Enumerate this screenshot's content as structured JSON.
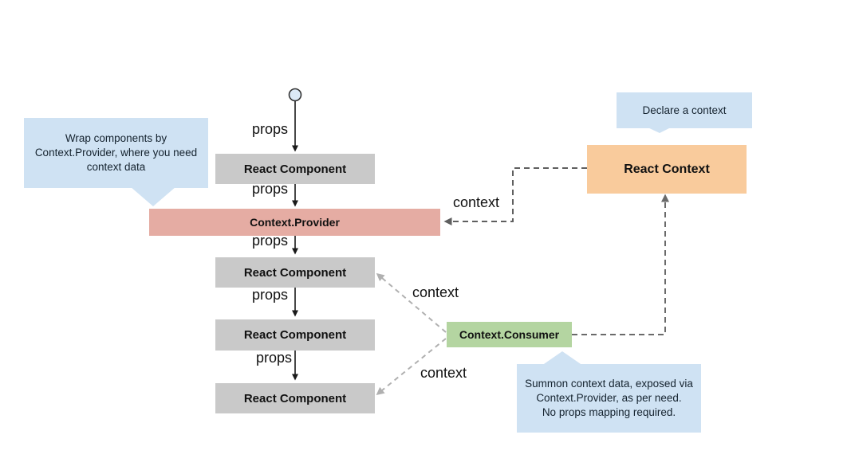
{
  "colors": {
    "component_gray": "#c9c9c9",
    "provider_pink": "#e5aca3",
    "context_orange": "#f9cb9c",
    "consumer_green": "#b4d5a1",
    "callout_blue": "#cfe2f3",
    "arrow_black": "#1a1a1a",
    "edge_dark": "#5f5f5f",
    "edge_mid": "#6a6a6a",
    "edge_light": "#b0b0b0",
    "start_node_fill": "#dce9f6",
    "start_node_border": "#333333"
  },
  "components": [
    {
      "label": "React Component"
    },
    {
      "label": "React Component"
    },
    {
      "label": "React Component"
    },
    {
      "label": "React Component"
    }
  ],
  "provider": {
    "label": "Context.Provider"
  },
  "react_context": {
    "label": "React Context"
  },
  "consumer": {
    "label": "Context.Consumer"
  },
  "edge_labels": {
    "props": [
      "props",
      "props",
      "props",
      "props",
      "props"
    ],
    "context_provider": "context",
    "context_consumer_top": "context",
    "context_consumer_bottom": "context"
  },
  "callouts": {
    "declare": "Declare a context",
    "wrap": "Wrap components by Context.Provider, where you need context data",
    "summon": "Summon context data, exposed via Context.Provider, as per need.\nNo props mapping required."
  }
}
